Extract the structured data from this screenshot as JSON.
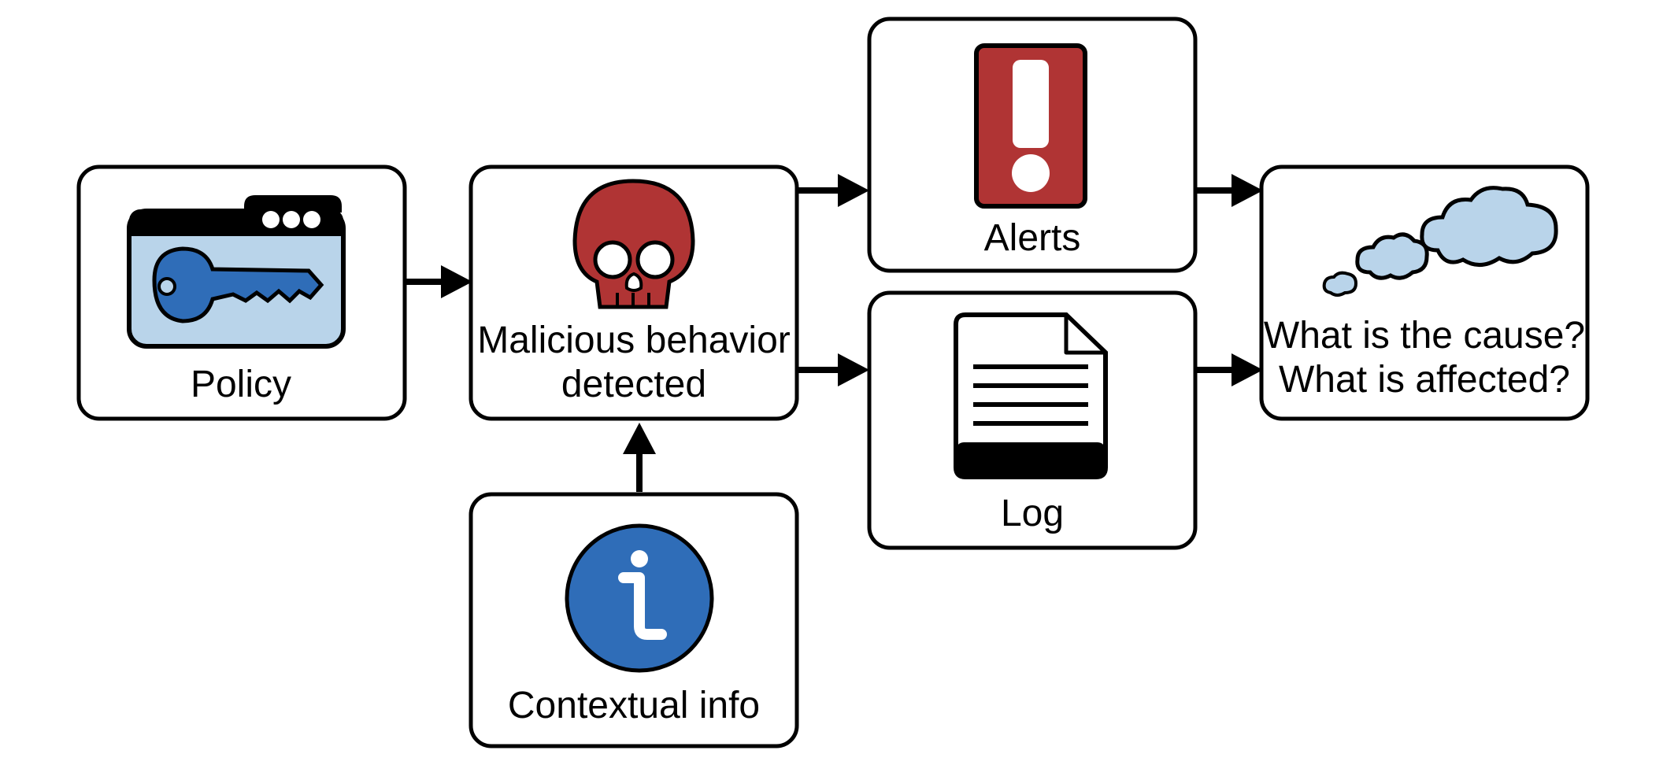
{
  "nodes": {
    "policy": {
      "label": "Policy",
      "icon": "key-window-icon"
    },
    "malicious": {
      "label_line1": "Malicious behavior",
      "label_line2": "detected",
      "icon": "skull-icon"
    },
    "contextual": {
      "label": "Contextual info",
      "icon": "info-icon"
    },
    "alerts": {
      "label": "Alerts",
      "icon": "exclamation-icon"
    },
    "log": {
      "label": "Log",
      "icon": "document-icon"
    },
    "questions": {
      "label_line1": "What is the cause?",
      "label_line2": "What is affected?",
      "icon": "thought-cloud-icon"
    }
  },
  "edges": [
    {
      "from": "policy",
      "to": "malicious"
    },
    {
      "from": "contextual",
      "to": "malicious"
    },
    {
      "from": "malicious",
      "to": "alerts"
    },
    {
      "from": "malicious",
      "to": "log"
    },
    {
      "from": "alerts",
      "to": "questions"
    },
    {
      "from": "log",
      "to": "questions"
    }
  ],
  "colors": {
    "red": "#b03434",
    "blue": "#2f6db8",
    "light_blue": "#b9d4ea",
    "black": "#000000",
    "white": "#ffffff"
  }
}
